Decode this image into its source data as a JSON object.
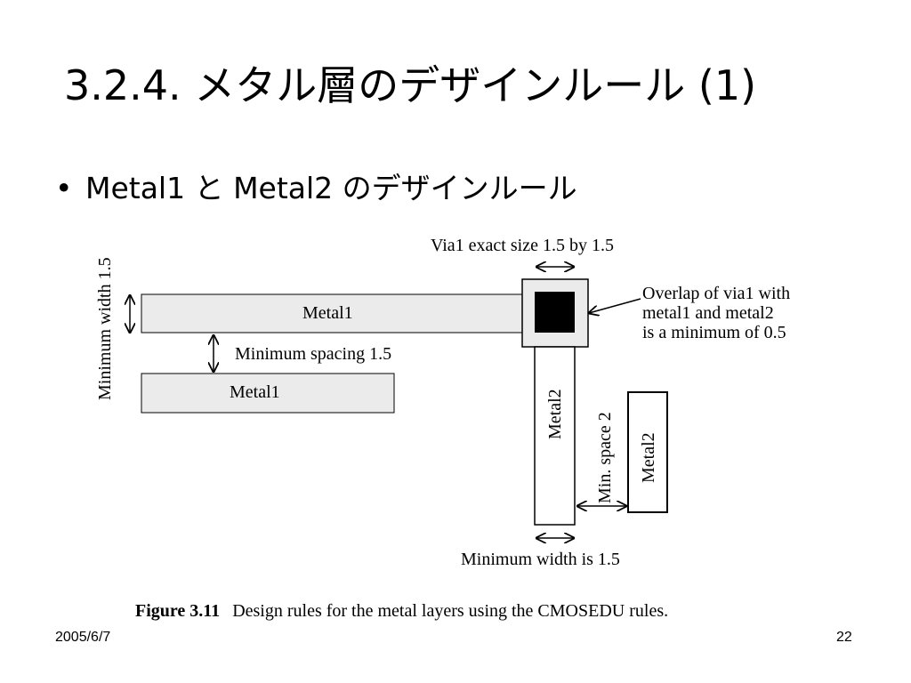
{
  "slide": {
    "title": "3.2.4. メタル層のデザインルール (1)",
    "bullet": "Metal1 と Metal2 のデザインルール",
    "footer_date": "2005/6/7",
    "page_number": "22"
  },
  "figure": {
    "labels": {
      "min_width_vertical": "Minimum width 1.5",
      "metal1_top": "Metal1",
      "metal1_bottom": "Metal1",
      "min_spacing": "Minimum spacing 1.5",
      "via_size": "Via1 exact size 1.5 by 1.5",
      "overlap_line1": "Overlap of via1 with",
      "overlap_line2": "metal1 and metal2",
      "overlap_line3": "is a minimum of 0.5",
      "metal2_left": "Metal2",
      "metal2_right": "Metal2",
      "min_space": "Min. space 2",
      "min_width_bottom": "Minimum width is 1.5"
    },
    "caption_label": "Figure 3.11",
    "caption_text": "Design rules for the metal layers using the CMOSEDU rules."
  },
  "colors": {
    "metal1_fill": "#ebebeb",
    "via_fill": "#000000",
    "metal2_fill": "#ffffff"
  }
}
